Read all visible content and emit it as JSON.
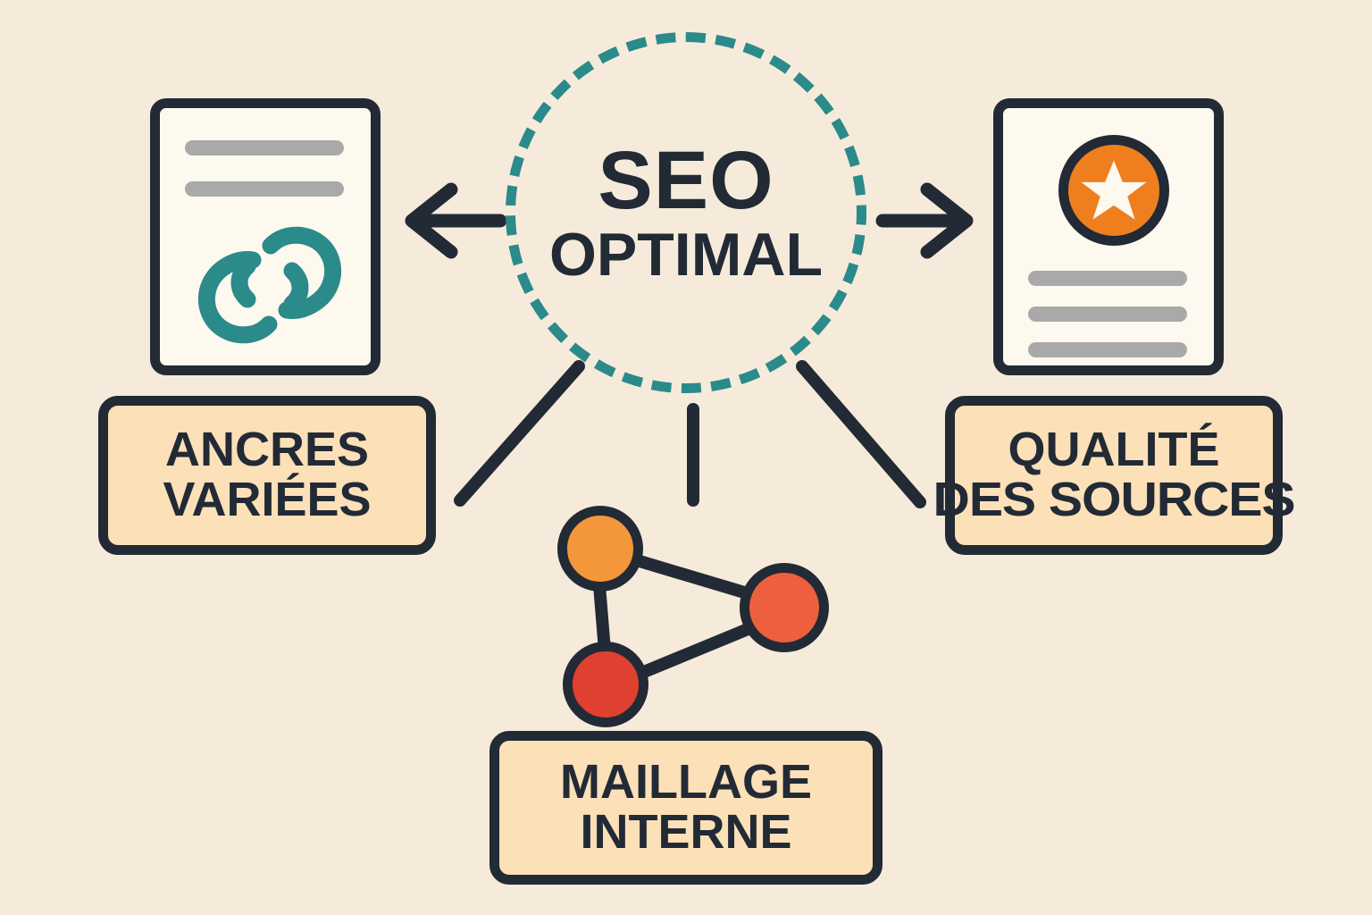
{
  "theme": {
    "background": "#f6ebdb",
    "ink": "#222a35",
    "teal": "#2b8a8a",
    "peach": "#fce0b8",
    "paper": "#fdf9ef",
    "gray_line": "#a9a9a9",
    "orange": "#ef7f1e",
    "node_orange": "#f4963a",
    "node_coral": "#ed5f3f",
    "node_red": "#e04030"
  },
  "hub": {
    "line1": "SEO",
    "line2": "OPTIMAL",
    "shape": "dashed-circle"
  },
  "cards": {
    "left": {
      "icon": "link-chain-icon",
      "icon_color": "#2b8a8a",
      "text_line_count": 2
    },
    "right": {
      "icon": "star-badge-icon",
      "icon_color": "#ef7f1e",
      "text_line_count": 3
    }
  },
  "labels": {
    "left": {
      "line1": "ANCRES",
      "line2": "VARIÉES"
    },
    "right": {
      "line1": "QUALITÉ",
      "line2": "DES SOURCES"
    },
    "bottom": {
      "line1": "MAILLAGE",
      "line2": "INTERNE"
    }
  },
  "network": {
    "nodes": [
      {
        "name": "node-orange",
        "color": "#f4963a"
      },
      {
        "name": "node-coral",
        "color": "#ed5f3f"
      },
      {
        "name": "node-red",
        "color": "#e04030"
      }
    ],
    "edges": [
      {
        "from": "node-orange",
        "to": "node-coral"
      },
      {
        "from": "node-orange",
        "to": "node-red"
      },
      {
        "from": "node-red",
        "to": "node-coral"
      }
    ]
  },
  "connectors": [
    {
      "name": "arrow-left",
      "type": "arrow",
      "direction": "left"
    },
    {
      "name": "arrow-right",
      "type": "arrow",
      "direction": "right"
    },
    {
      "name": "line-bottom-left",
      "type": "diagonal",
      "direction": "down-left"
    },
    {
      "name": "line-bottom-right",
      "type": "diagonal",
      "direction": "down-right"
    },
    {
      "name": "line-bottom-center",
      "type": "vertical",
      "direction": "down"
    }
  ]
}
